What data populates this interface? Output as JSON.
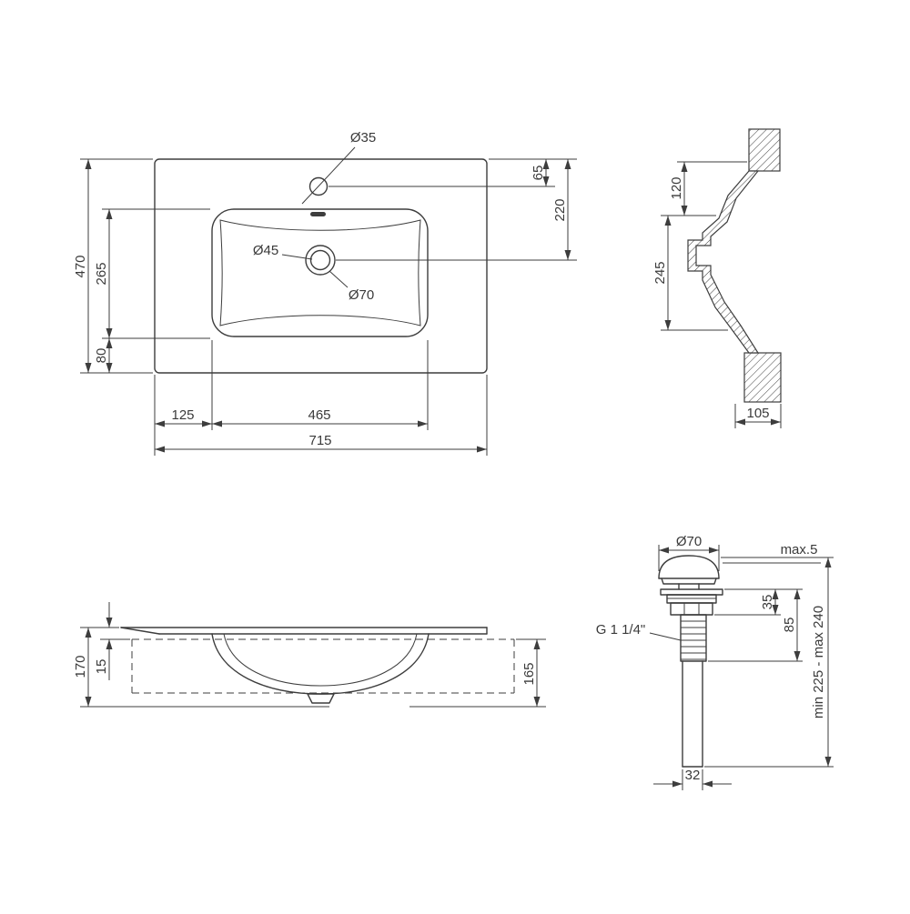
{
  "plan_view": {
    "faucet_hole_dia": "Ø35",
    "drain_hole_dia": "Ø45",
    "drain_recess_dia": "Ø70",
    "total_depth": "470",
    "basin_depth": "265",
    "front_rim": "80",
    "faucet_center_offset": "65",
    "drain_center_offset": "220",
    "left_rim": "125",
    "basin_width": "465",
    "total_width": "715"
  },
  "section_view": {
    "upper_offset": "120",
    "basin_inner_depth": "245",
    "edge_width": "105"
  },
  "front_view": {
    "total_height": "170",
    "rim_thickness": "15",
    "bowl_depth": "165"
  },
  "drain_assembly": {
    "cap_dia": "Ø70",
    "cap_protrusion": "max.5",
    "upper_body_height": "35",
    "lower_body_height": "85",
    "thread_size": "G 1 1/4\"",
    "install_height": "min 225 - max 240",
    "pipe_dia": "32"
  }
}
